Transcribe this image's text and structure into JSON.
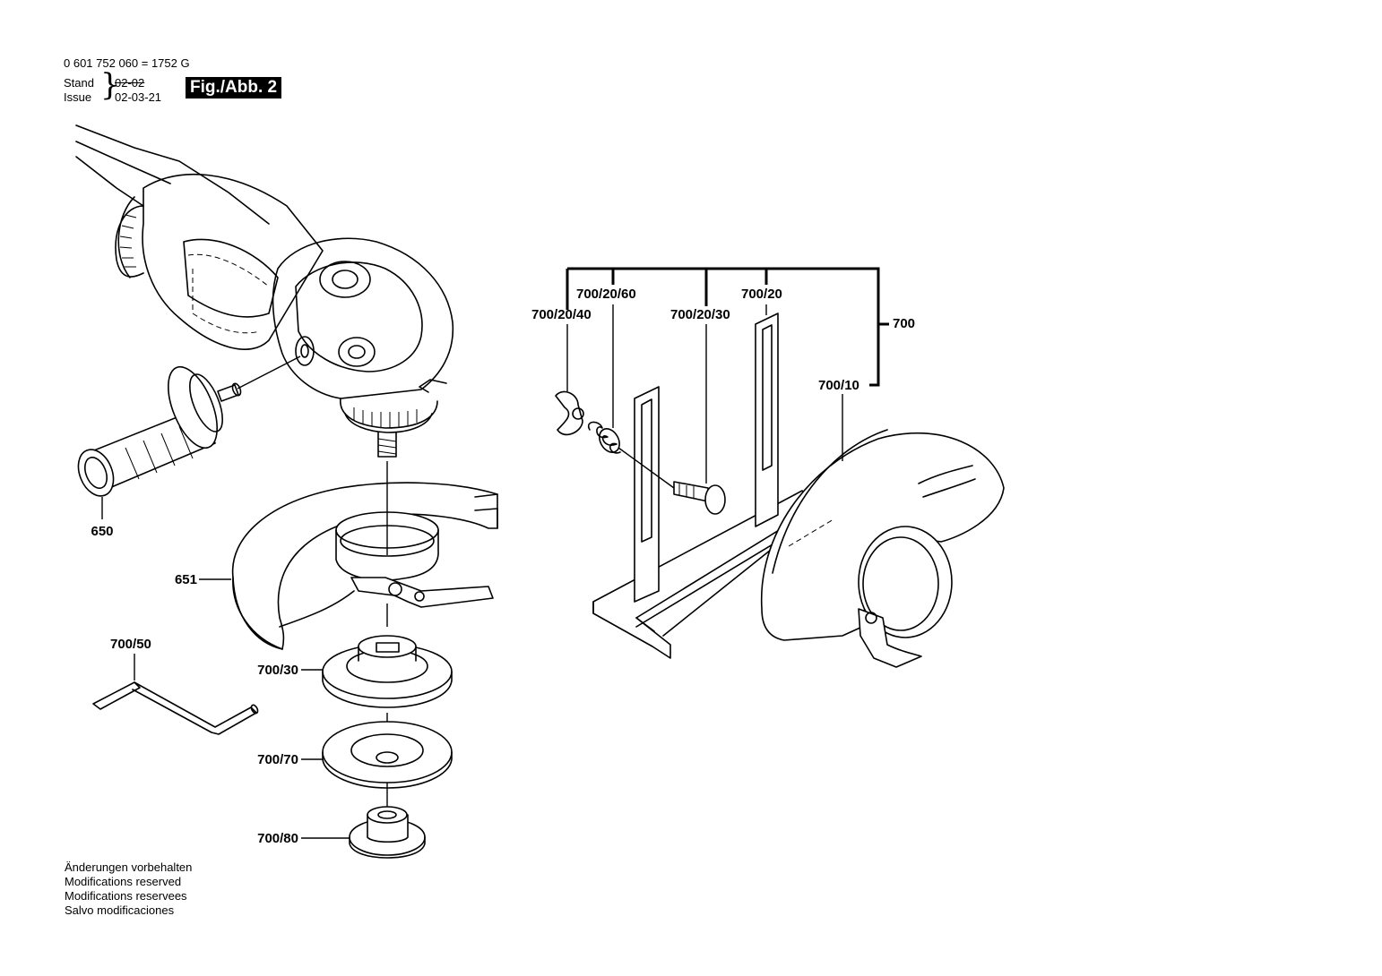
{
  "header": {
    "part_number": "0 601 752 060 = 1752 G",
    "stand_label": "Stand",
    "issue_label": "Issue",
    "stand_date": "02-02",
    "issue_date": "02-03-21",
    "figure_label": "Fig./Abb. 2"
  },
  "callouts": {
    "c650": "650",
    "c651": "651",
    "c700": "700",
    "c700_10": "700/10",
    "c700_20": "700/20",
    "c700_20_30": "700/20/30",
    "c700_20_40": "700/20/40",
    "c700_20_60": "700/20/60",
    "c700_30": "700/30",
    "c700_50": "700/50",
    "c700_70": "700/70",
    "c700_80": "700/80"
  },
  "footer_notes": [
    "Änderungen vorbehalten",
    "Modifications reserved",
    "Modifications reservees",
    "Salvo modificaciones"
  ]
}
